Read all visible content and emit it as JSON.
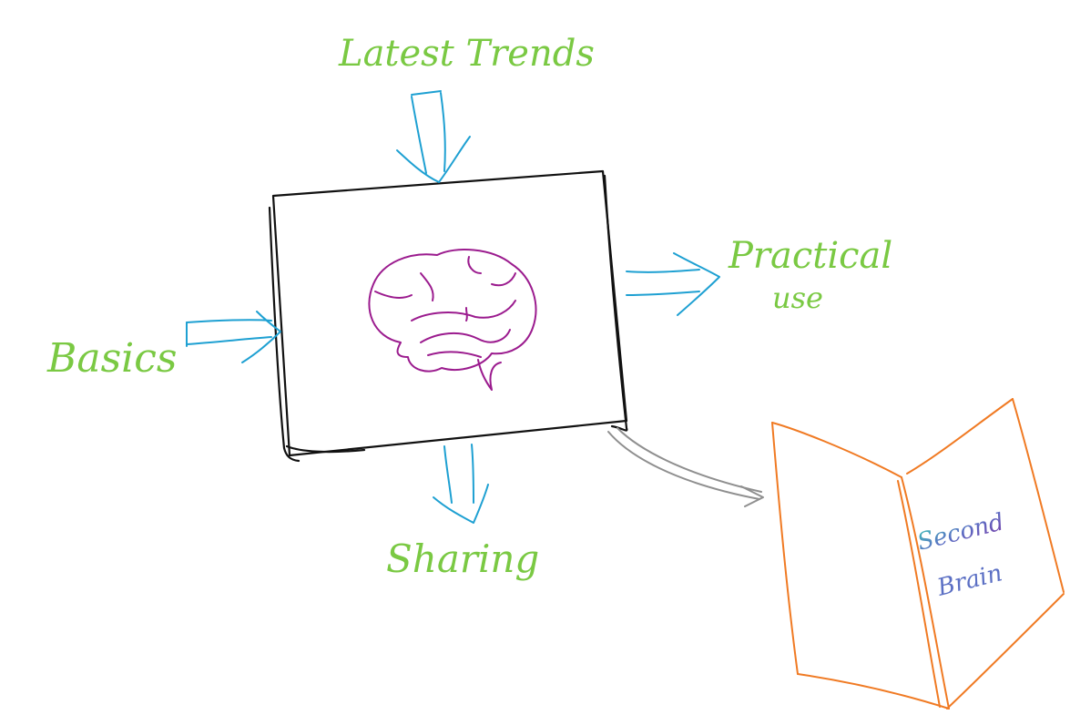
{
  "labels": {
    "top": "Latest Trends",
    "left": "Basics",
    "right_line1": "Practical",
    "right_line2": "use",
    "bottom": "Sharing",
    "book_line1": "Second",
    "book_line2": "Brain"
  },
  "colors": {
    "label_green": "#7ac943",
    "arrow_blue": "#1ea0d2",
    "box_black": "#111111",
    "brain_purple": "#9b1b8e",
    "book_orange": "#f07a23",
    "connector_gray": "#8f8f8f",
    "book_text_gradient": [
      "#3fc1b8",
      "#5b6fc4",
      "#7b3aa8"
    ]
  },
  "icons": {
    "center": "brain-icon",
    "output": "open-book-icon"
  }
}
